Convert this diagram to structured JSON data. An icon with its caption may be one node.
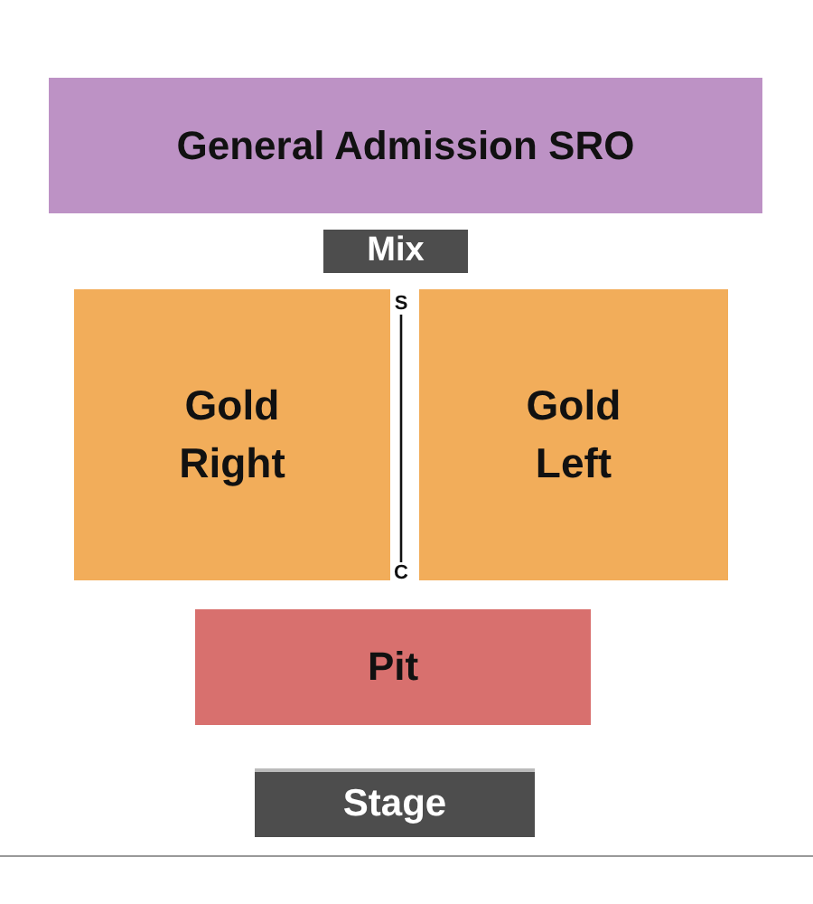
{
  "diagram": {
    "nodes": [
      {
        "text": [
          "General Admission SRO"
        ]
      },
      {
        "text": [
          "Mix"
        ]
      },
      {
        "text": [
          "S"
        ]
      },
      {
        "text": [
          "Gold Right"
        ]
      },
      {
        "text": [
          "Gold Left"
        ]
      },
      {
        "text": [
          "C"
        ]
      },
      {
        "text": [
          "Pit"
        ]
      },
      {
        "text": [
          "Stage"
        ]
      }
    ],
    "edges": [
      {
        "from": 2,
        "to": 5,
        "arrow": "none"
      }
    ]
  }
}
